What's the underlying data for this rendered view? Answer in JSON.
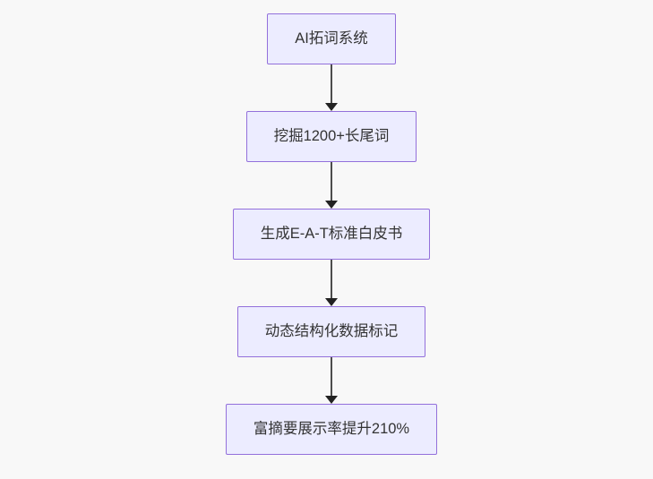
{
  "diagram": {
    "type": "flowchart",
    "direction": "top-down",
    "nodes": [
      {
        "id": "node-1",
        "label": "AI拓词系统"
      },
      {
        "id": "node-2",
        "label": "挖掘1200+长尾词"
      },
      {
        "id": "node-3",
        "label": "生成E-A-T标准白皮书"
      },
      {
        "id": "node-4",
        "label": "动态结构化数据标记"
      },
      {
        "id": "node-5",
        "label": "富摘要展示率提升210%"
      }
    ],
    "edges": [
      {
        "from": "node-1",
        "to": "node-2"
      },
      {
        "from": "node-2",
        "to": "node-3"
      },
      {
        "from": "node-3",
        "to": "node-4"
      },
      {
        "from": "node-4",
        "to": "node-5"
      }
    ],
    "colors": {
      "background": "#f8f8f8",
      "node_fill": "#ececff",
      "node_border": "#9370db",
      "text": "#333333",
      "arrow_line": "#4d4d4d",
      "arrow_head": "#222222"
    }
  }
}
